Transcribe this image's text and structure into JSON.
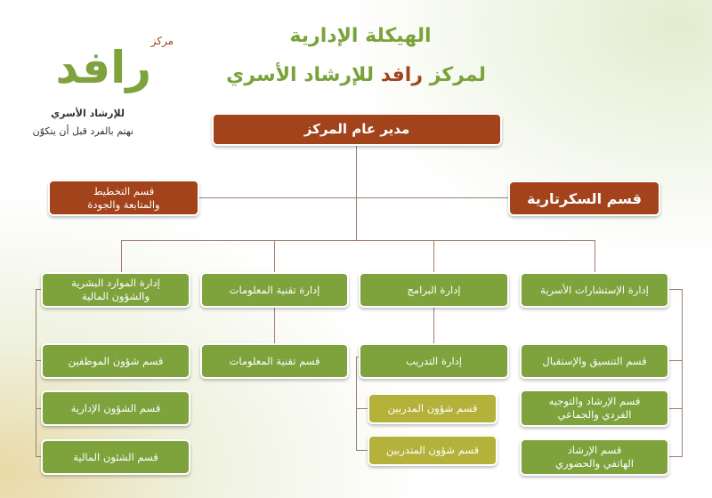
{
  "header": {
    "line1": "الهيكلة الإدارية",
    "line2_pre": "لمركز",
    "line2_brand": "رافد",
    "line2_post": "للإرشاد الأسري"
  },
  "logo": {
    "small": "مركز",
    "brand": "رافد",
    "subtitle": "للإرشاد الأسري",
    "tagline": "نهتم بالفرد قبل أن يتكوّن"
  },
  "director": "مدير عام المركز",
  "planning": [
    "قسم التخطيط",
    "والمتابعة والجودة"
  ],
  "secretariat": "قسم السكرتارية",
  "departments": [
    {
      "title": [
        "إدارة الإستشارات الأسرية"
      ],
      "sections": [
        [
          "قسم التنسيق والإستقبال"
        ],
        [
          "قسم الإرشاد والتوجيه",
          "الفردي والجماعي"
        ],
        [
          "قسم الإرشاد",
          "الهاتفي والحضوري"
        ]
      ]
    },
    {
      "title": [
        "إدارة البرامج"
      ],
      "sub": "إدارة التدريب",
      "sections": [
        [
          "قسم شؤون المدربين"
        ],
        [
          "قسم شؤون المتدربين"
        ]
      ]
    },
    {
      "title": [
        "إدارة تقنية المعلومات"
      ],
      "sections": [
        [
          "قسم تقنية المعلومات"
        ]
      ]
    },
    {
      "title": [
        "إدارة الموارد البشرية",
        "والشؤون المالية"
      ],
      "sections": [
        [
          "قسم شؤون الموظفين"
        ],
        [
          "قسم الشؤون الإدارية"
        ],
        [
          "قسم الشئون المالية"
        ]
      ]
    }
  ],
  "colors": {
    "green": "#7ea23c",
    "yellow": "#b4b23a",
    "brown": "#a3431b"
  }
}
